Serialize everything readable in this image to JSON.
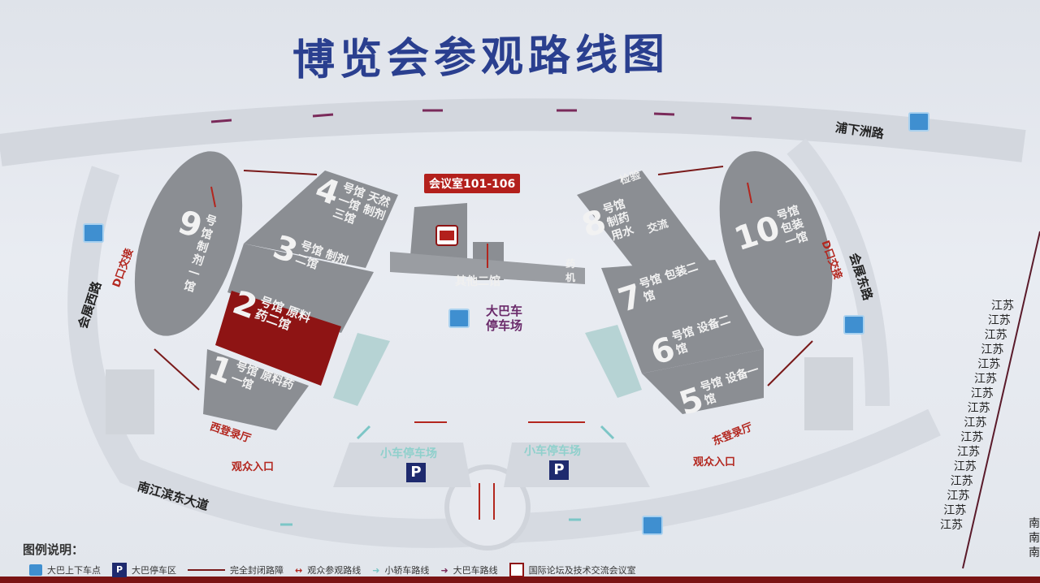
{
  "title": "博览会参观路线图",
  "callout": "会议室101-106",
  "halls": [
    {
      "num": "9",
      "name": "号馆 制剂一馆"
    },
    {
      "num": "4",
      "name": "号馆 天然一馆 制剂三馆"
    },
    {
      "num": "3",
      "name": "号馆 制剂二馆"
    },
    {
      "num": "2",
      "name": "号馆 原料药二馆"
    },
    {
      "num": "1",
      "name": "号馆 原料药一馆"
    },
    {
      "num": "8",
      "name": "号馆 制药用水"
    },
    {
      "num": "7",
      "name": "号馆 包装二馆"
    },
    {
      "num": "6",
      "name": "号馆 设备二馆"
    },
    {
      "num": "5",
      "name": "号馆 设备一馆"
    },
    {
      "num": "10",
      "name": "号馆 包装一馆"
    }
  ],
  "areas": {
    "other_hall": "其他二馆",
    "bus_parking": "大巴车停车场",
    "car_parking_left": "小车停车场",
    "car_parking_right": "小车停车场",
    "west_lobby": "西登录厅",
    "east_lobby": "东登录厅",
    "entrance_left": "观众入口",
    "entrance_right": "观众入口",
    "gate_left": "D口交接",
    "gate_right": "D口交接",
    "inspection": "检验",
    "exchange": "交流",
    "machinery": "药机"
  },
  "roads": {
    "north": "浦下洲路",
    "west": "会展西路",
    "east": "会展东路",
    "south": "南江滨东大道"
  },
  "legend": {
    "title": "图例说明：",
    "items": [
      {
        "icon": "bus-stop-icon",
        "label": "大巴上下车点"
      },
      {
        "icon": "parking-icon",
        "label": "大巴停车区"
      },
      {
        "icon": "closed-road-line",
        "label": "完全封闭路障"
      },
      {
        "icon": "visitor-route-arrow",
        "label": "观众参观路线"
      },
      {
        "icon": "car-route-arrow",
        "label": "小轿车路线"
      },
      {
        "icon": "bus-route-arrow",
        "label": "大巴车路线"
      },
      {
        "icon": "meeting-room-icon",
        "label": "国际论坛及技术交流会议室"
      }
    ]
  },
  "side_list": {
    "col1": [
      "江苏",
      "江苏",
      "江苏",
      "江苏",
      "江苏",
      "江苏",
      "江苏",
      "江苏",
      "江苏",
      "江苏",
      "江苏",
      "江苏",
      "江苏",
      "江苏",
      "江苏",
      "江苏"
    ],
    "col2": [
      "南",
      "南",
      "南"
    ]
  },
  "colors": {
    "title": "#2a3f8f",
    "highlight_hall": "#8e1414",
    "hall": "#8a8d92",
    "visitor_route": "#b3261e",
    "car_route": "#7cc6c6",
    "bus_route": "#7a2a5a"
  }
}
